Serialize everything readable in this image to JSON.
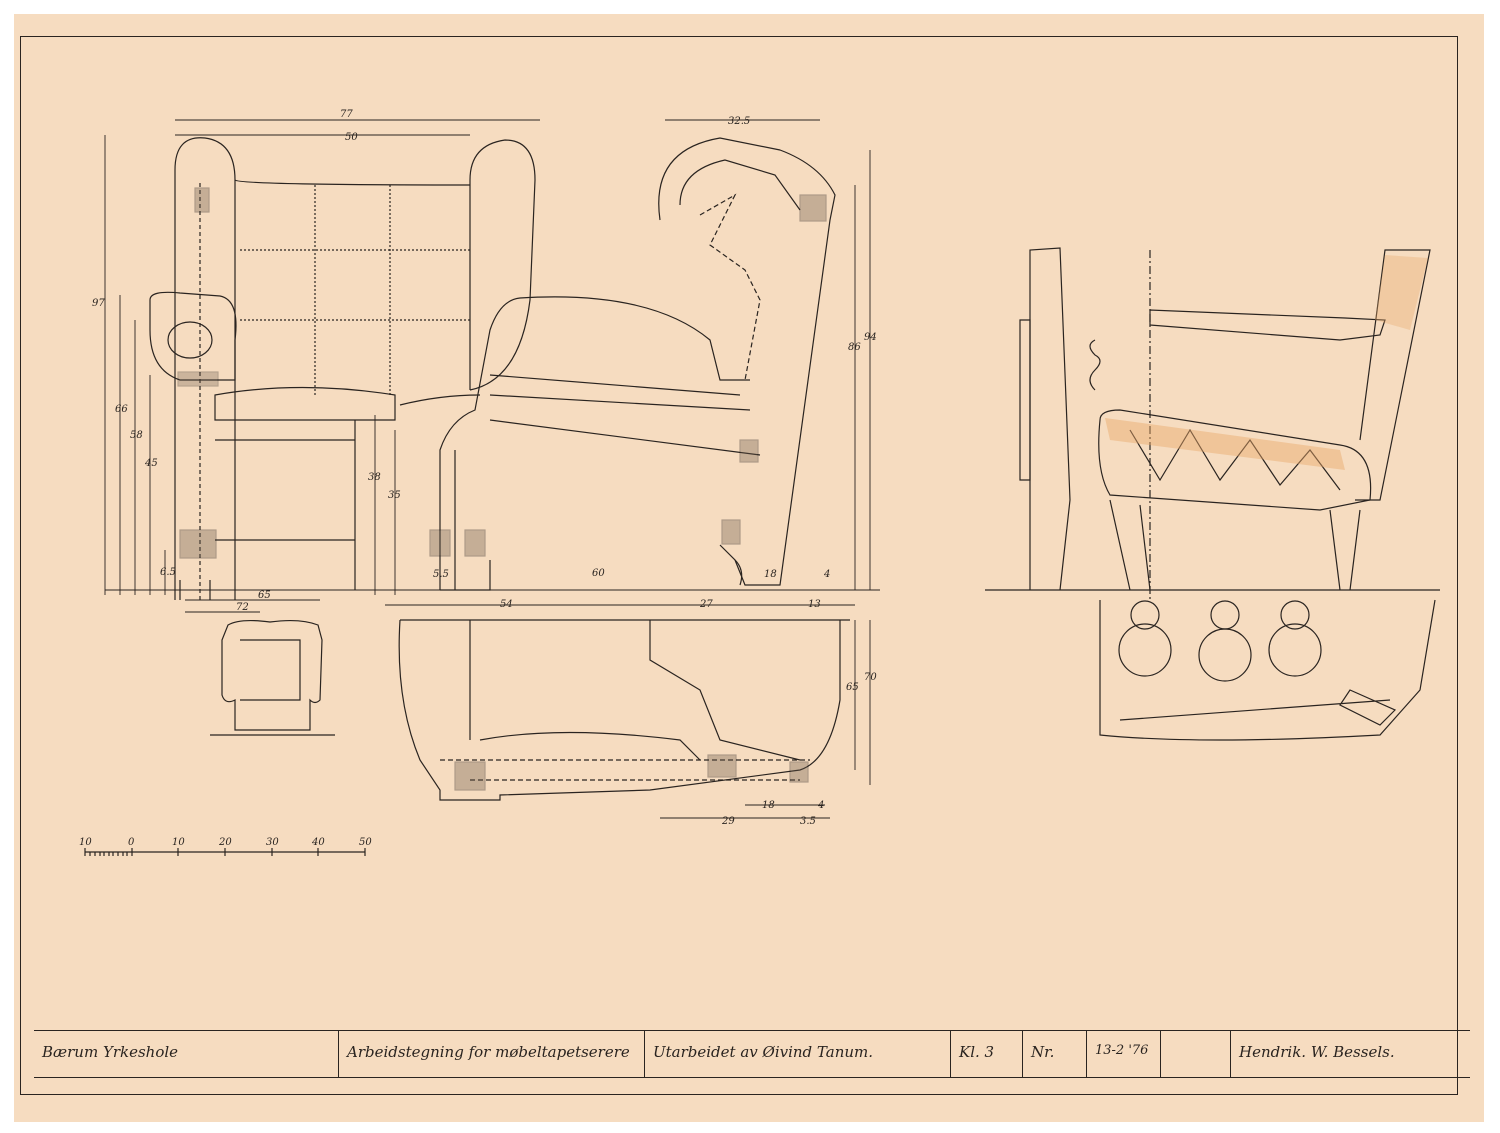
{
  "title_block": {
    "school": "Bærum Yrkeshole",
    "description": "Arbeidstegning for møbeltapetserere",
    "prepared_by": "Utarbeidet av Øivind Tanum.",
    "class": "Kl. 3",
    "number": "Nr.",
    "date": "13-2 '76",
    "signature": "Hendrik. W. Bessels."
  },
  "front_view_dims": {
    "width_outer": "77",
    "width_inner": "50",
    "height_total": "97",
    "arm_height": "66",
    "arm_low": "58",
    "seat_front": "45",
    "seat_height": "38",
    "seat_low": "35",
    "leg": "6.5",
    "base_a": "65",
    "base_b": "72"
  },
  "side_view_dims": {
    "top_depth": "32.5",
    "height_a": "86",
    "height_b": "94",
    "depth": "60",
    "offset_back": "18",
    "small_a": "5.5",
    "small_b": "4"
  },
  "plan_view_dims": {
    "seg_a": "54",
    "seg_b": "27",
    "seg_c": "13",
    "depth_a": "65",
    "depth_b": "70",
    "bottom_a": "18",
    "bottom_b": "29",
    "bottom_c": "4",
    "bottom_d": "3.5"
  },
  "scale_bar": {
    "ticks": [
      "10",
      "0",
      "10",
      "20",
      "30",
      "40",
      "50"
    ]
  },
  "colors": {
    "paper": "#f6dcc0",
    "ink": "#2a2420",
    "accent_orange": "#e8a86a"
  }
}
